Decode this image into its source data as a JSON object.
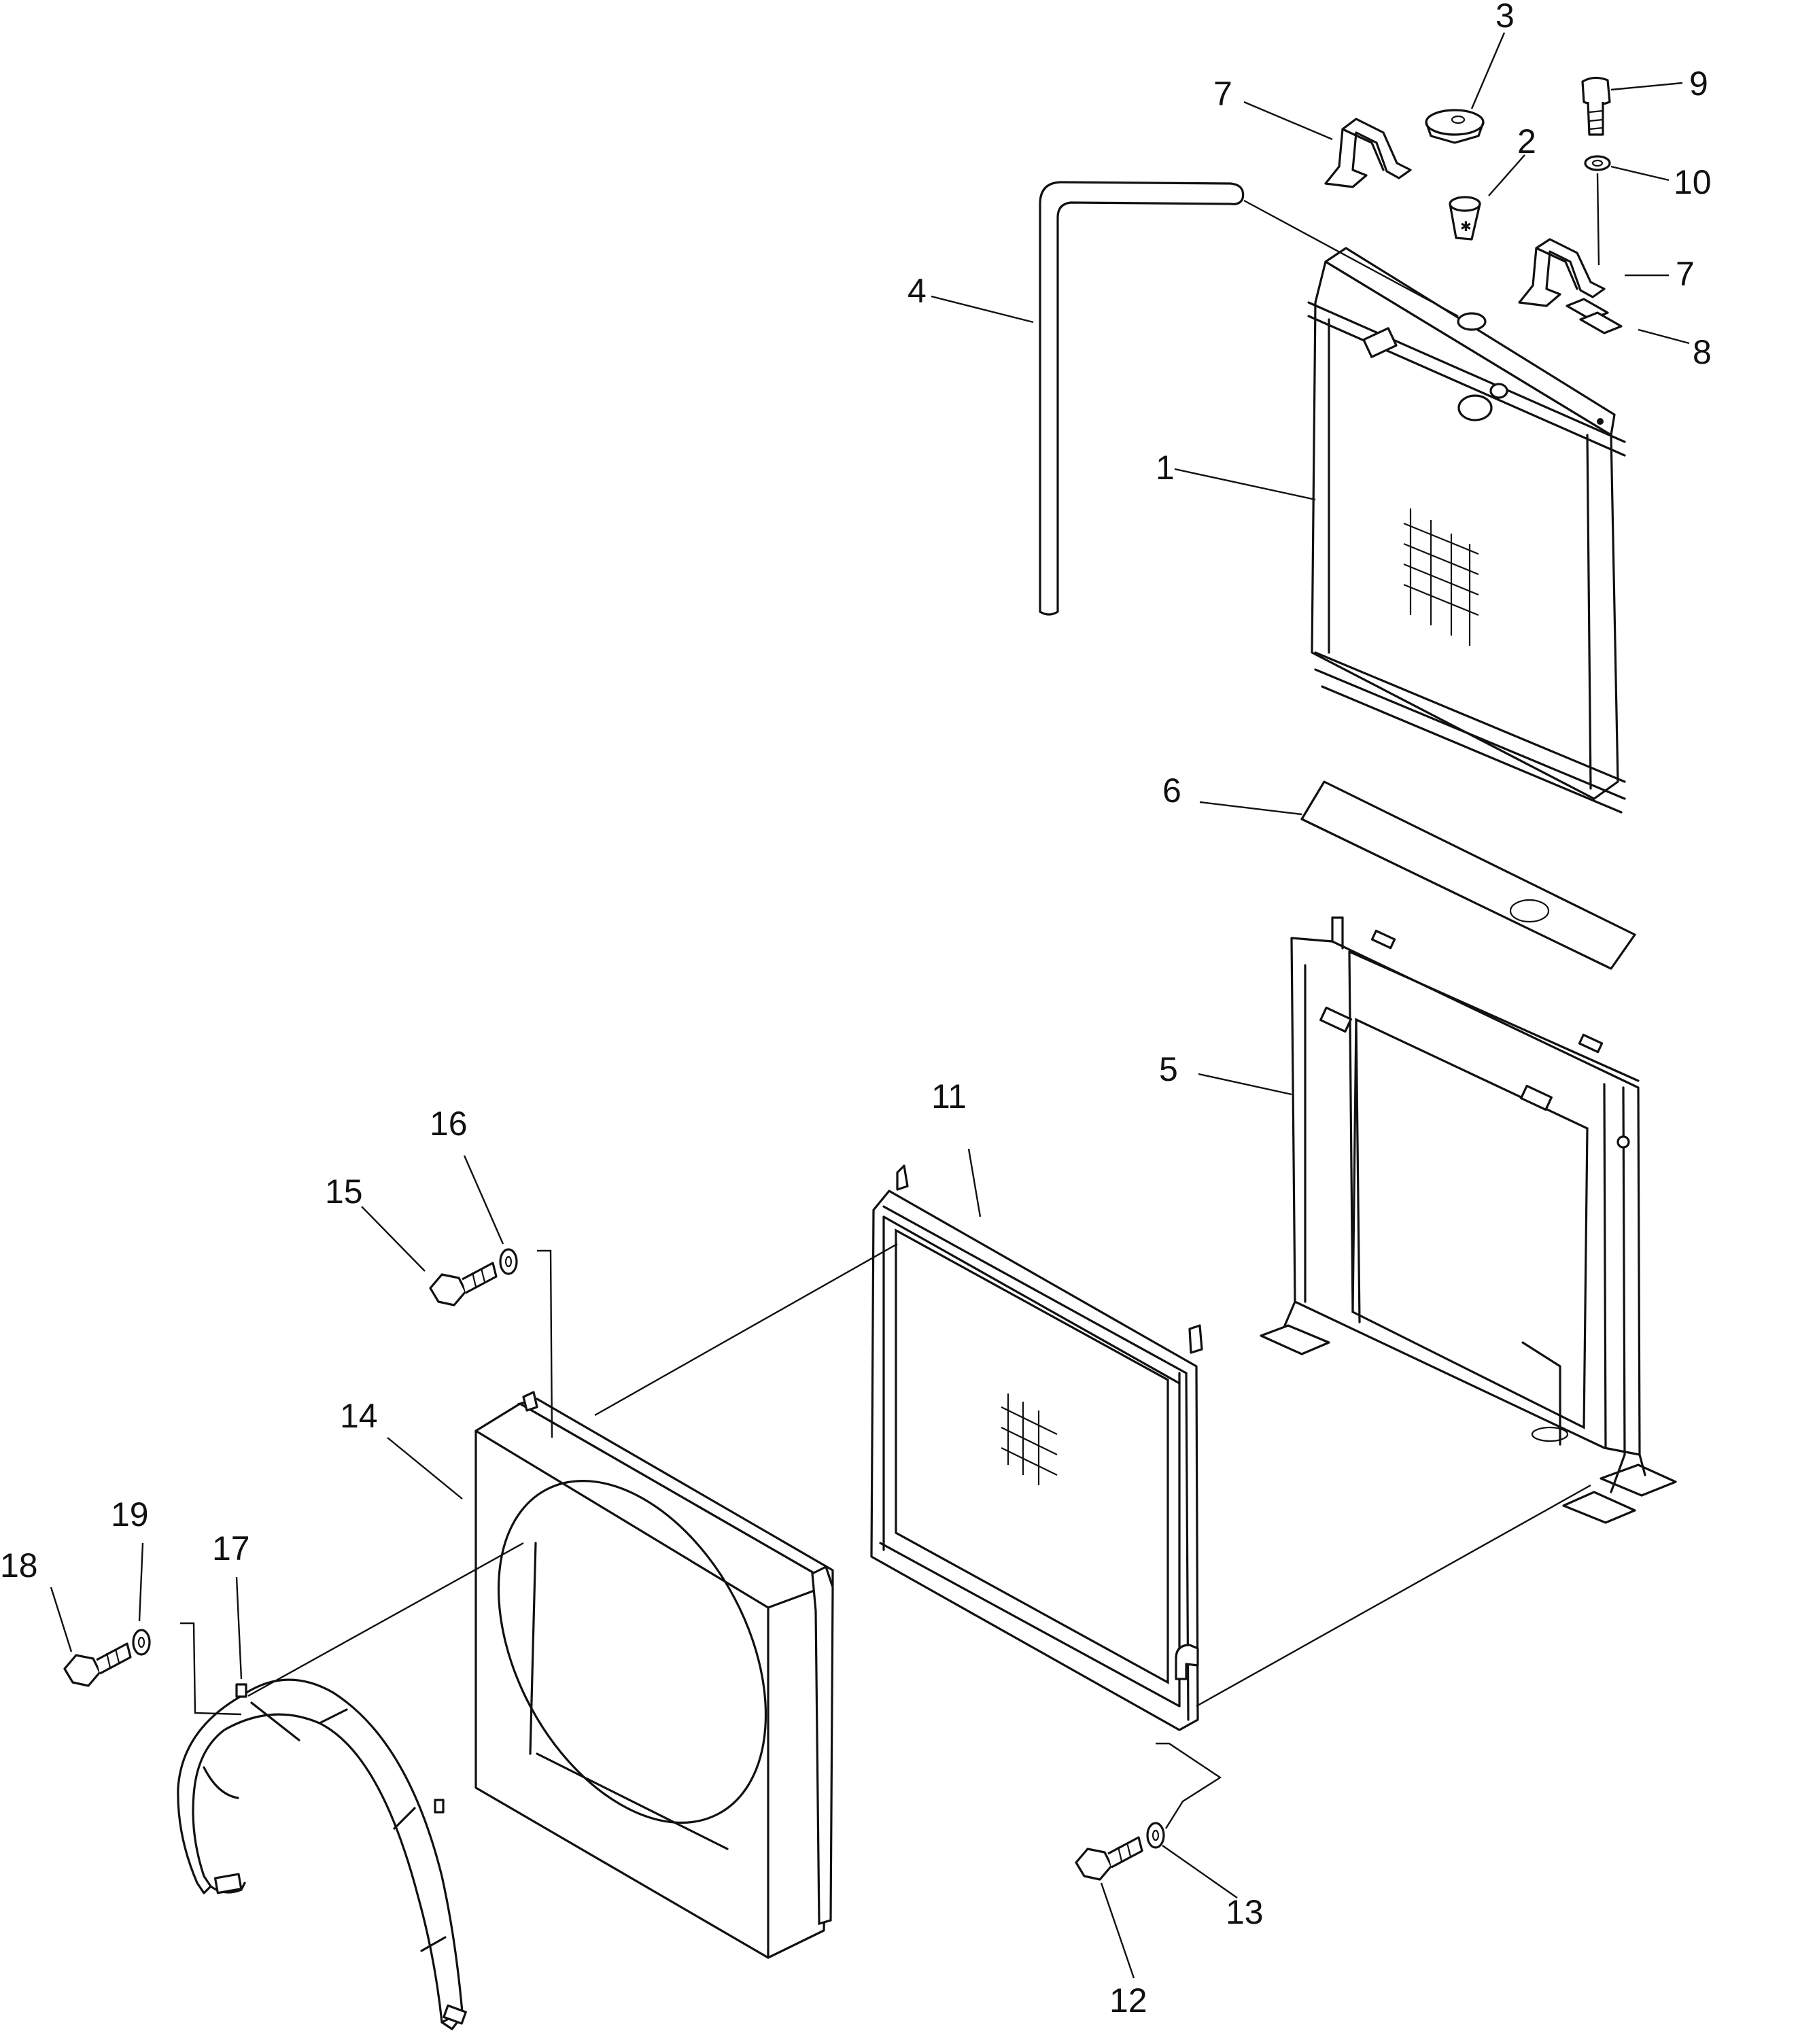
{
  "labels": {
    "l1": "1",
    "l2": "2",
    "l3": "3",
    "l4": "4",
    "l5": "5",
    "l6": "6",
    "l7a": "7",
    "l7b": "7",
    "l8": "8",
    "l9": "9",
    "l10": "10",
    "l11": "11",
    "l12": "12",
    "l13": "13",
    "l14": "14",
    "l15": "15",
    "l16": "16",
    "l17": "17",
    "l18": "18",
    "l19": "19"
  }
}
